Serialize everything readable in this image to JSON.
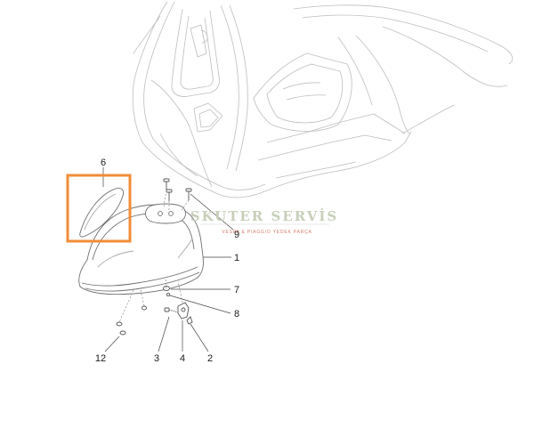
{
  "diagram": {
    "part_numbers": {
      "fender_parts_group": "6",
      "front_fender": "1",
      "screw_set": "9",
      "spring_nut": "7",
      "clip_nut": "8",
      "bolt": "3",
      "washer": "4",
      "bracket_nut": "2",
      "lower_clip": "12"
    },
    "highlight_color": "#f28c38",
    "line_color": "#6e6e6e",
    "light_line_color": "#b9b9b9"
  },
  "watermark": {
    "title": "SKUTER SERVİS",
    "subtitle": "VESPA & PIAGGIO YEDEK PARÇA",
    "title_color": "#c7cfb9",
    "subtitle_color": "#d97a6a"
  }
}
